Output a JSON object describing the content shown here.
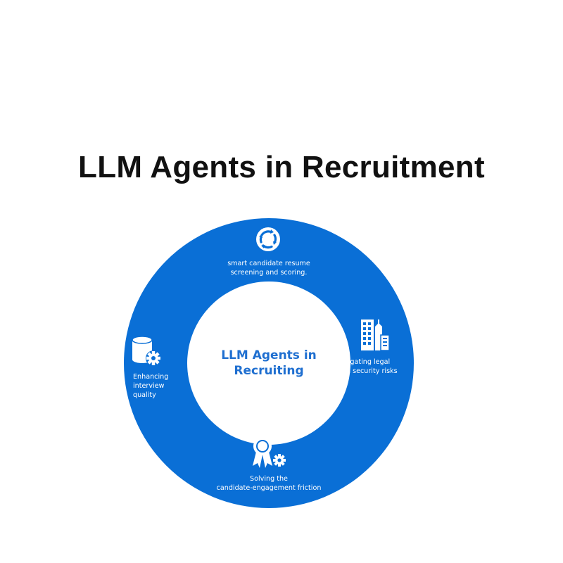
{
  "page": {
    "title": "LLM Agents in Recruitment"
  },
  "diagram": {
    "center": {
      "line1": "LLM Agents in",
      "line2": "Recruiting"
    },
    "segments": [
      {
        "id": "top",
        "line1": "smart candidate resume",
        "line2": "screening and scoring.",
        "icon": "refresh-cycle-icon"
      },
      {
        "id": "right",
        "line1": "Mitigating legal",
        "line2": "and security risks",
        "icon": "buildings-icon"
      },
      {
        "id": "bottom",
        "line1": "Solving the",
        "line2": "candidate-engagement friction",
        "icon": "award-ribbon-gear-icon"
      },
      {
        "id": "left",
        "line1": "Enhancing",
        "line2": "interview",
        "line3": "quality",
        "icon": "database-gear-icon"
      }
    ]
  },
  "colors": {
    "ring": "#0a6fd6",
    "hub_text": "#1f6fd0",
    "title": "#111111",
    "label": "#ffffff"
  }
}
